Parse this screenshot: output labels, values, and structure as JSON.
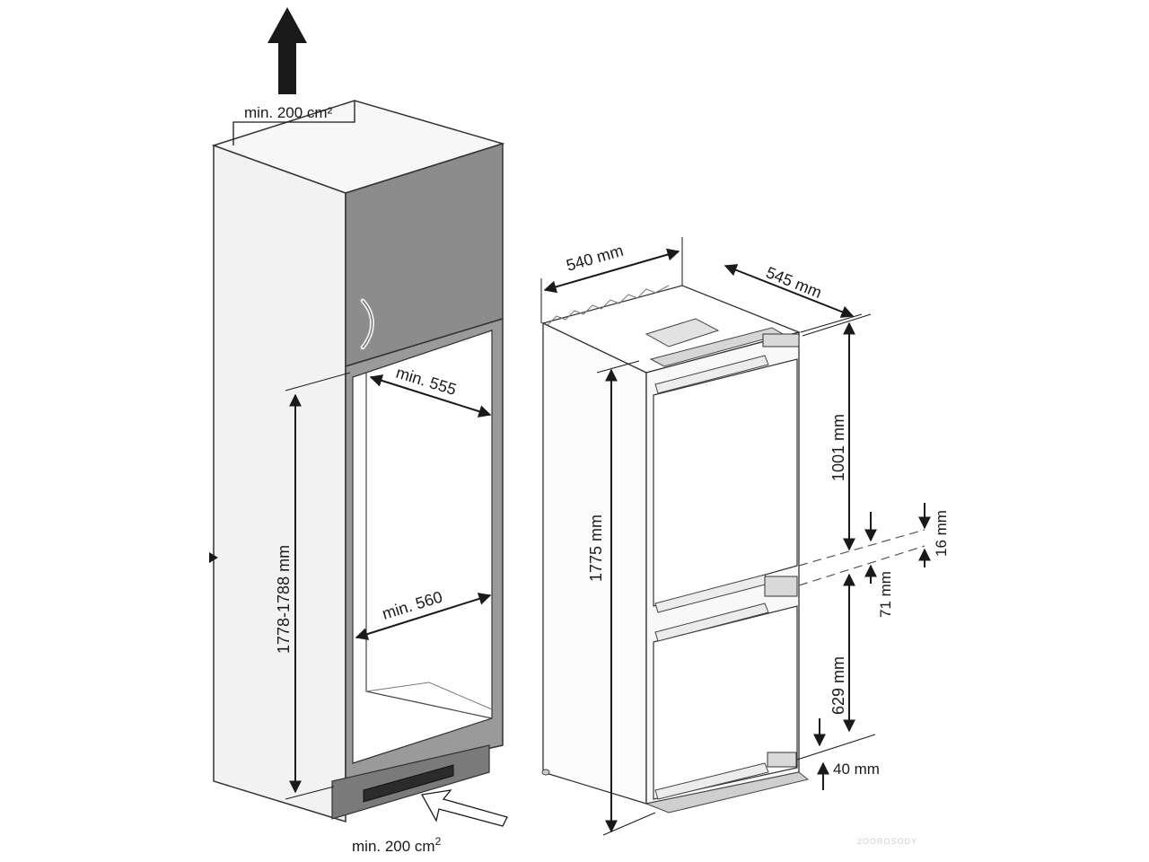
{
  "cabinet": {
    "top_vent_label": "min. 200 cm²",
    "bottom_vent_label": "min. 200 cm",
    "bottom_vent_sup": "2",
    "niche_depth_label": "min. 555",
    "niche_width_label": "min. 560",
    "niche_height_label": "1778-1788 mm"
  },
  "fridge": {
    "width_label": "540 mm",
    "depth_label": "545 mm",
    "height_label": "1775 mm",
    "upper_door_label": "1001 mm",
    "gap_label": "71 mm",
    "hinge_offset_label": "16 mm",
    "lower_door_label": "629 mm",
    "bottom_offset_label": "40 mm"
  },
  "watermark": "2OOROSODY",
  "colors": {
    "line": "#1a1a1a",
    "cabinet_side": "#f3f3f3",
    "cabinet_front": "#e6e6e6",
    "upper_door": "#8c8c8c",
    "plinth": "#7a7a7a",
    "fridge_body": "#fbfbfb"
  }
}
